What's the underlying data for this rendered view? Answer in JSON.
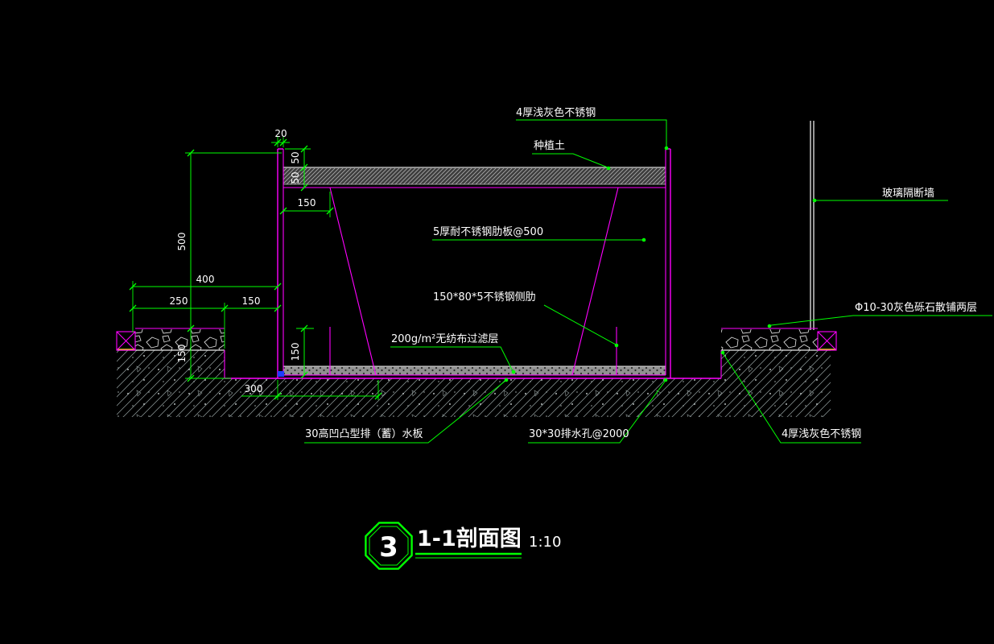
{
  "page": {
    "background": "#000000"
  },
  "colors": {
    "line_magenta": "#ff00ff",
    "line_green": "#00ff00",
    "text_white": "#ffffff",
    "hatch_gray": "#93a0a0",
    "yellow_accent": "#ffff00",
    "blue_accent": "#1e3cff"
  },
  "labels": {
    "stainless_top": "4厚浅灰色不锈钢",
    "planting_soil": "种植土",
    "glass_partition": "玻璃隔断墙",
    "rib_plate": "5厚耐不锈钢肋板@500",
    "side_rib": "150*80*5不锈钢侧肋",
    "filter_layer": "200g/m²无纺布过滤层",
    "gravel_layer": "Φ10-30灰色砾石散铺两层",
    "drainage_board": "30高凹凸型排（蓄）水板",
    "drain_hole": "30*30排水孔@2000",
    "stainless_bottom": "4厚浅灰色不锈钢"
  },
  "dims": {
    "wall_thickness": "20",
    "soil_cover": "50",
    "soil_layer": "50",
    "ledge_width": "150",
    "planter_depth": "500",
    "total_offset": "400",
    "offset_left": "250",
    "offset_right": "150",
    "sump_depth": "150",
    "inner_depth": "150",
    "base_width": "300"
  },
  "title": {
    "badge": "3",
    "name": "1-1剖面图",
    "scale": "1:10"
  }
}
